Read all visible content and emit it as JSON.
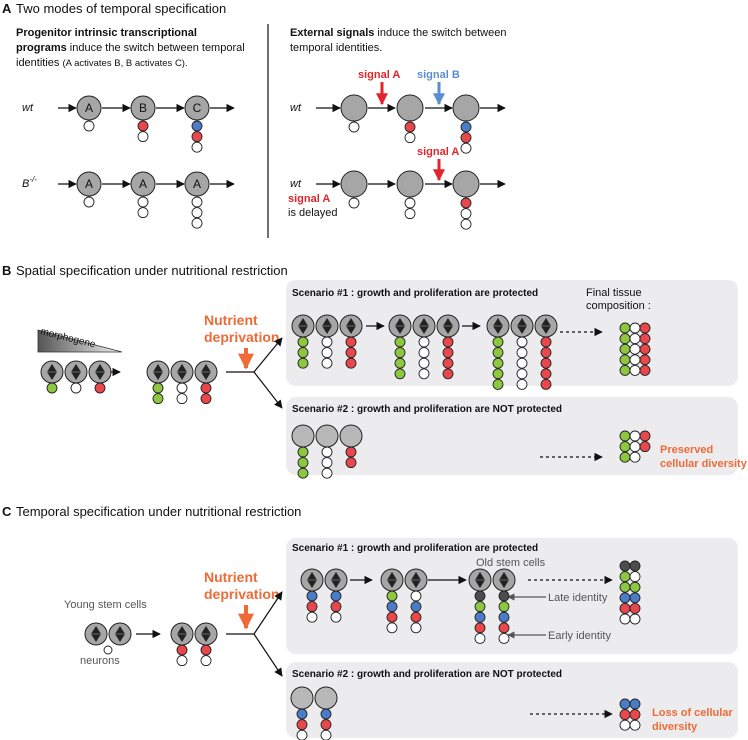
{
  "colors": {
    "cell_grey": "#A6A6A6",
    "green": "#8DC63F",
    "red": "#E8474C",
    "blue": "#4A7CC7",
    "dark": "#4D4D4D",
    "orange": "#EE6A36",
    "signal_red": "#E0262C",
    "signal_blue": "#5B8ED0",
    "panel": "#ECECEE"
  },
  "panel_a": {
    "letter": "A",
    "title": "Two modes of temporal specification",
    "left": {
      "heading_bold_1": "Progenitor intrinsic transcriptional",
      "heading_bold_2": "programs",
      "heading_rest_2": " induce the switch between temporal",
      "heading_rest_3": "identities ",
      "heading_small_3": "(A activates B, B activates C).",
      "row1_label": "wt",
      "row2_label_base": "B",
      "row2_label_sup": "-/-",
      "cells_row1": [
        "A",
        "B",
        "C"
      ],
      "cells_row2": [
        "A",
        "A",
        "A"
      ]
    },
    "right": {
      "heading_bold": "External signals",
      "heading_rest_1": " induce the switch between",
      "heading_rest_2": "temporal identities.",
      "row1_label": "wt",
      "row2_label": "wt",
      "signal_a": "signal A",
      "signal_b": "signal B",
      "delayed_label": "signal A",
      "delayed_rest": "is delayed"
    }
  },
  "panel_b": {
    "letter": "B",
    "title": "Spatial specification under nutritional restriction",
    "gradient_label": "morphogene",
    "nutrient_1": "Nutrient",
    "nutrient_2": "deprivation",
    "scenario1": "Scenario #1 : growth and proliferation are protected",
    "scenario2": "Scenario #2 : growth and proliferation are NOT protected",
    "final_1": "Final tissue",
    "final_2": "composition :",
    "preserved_1": "Preserved",
    "preserved_2": "cellular diversity"
  },
  "panel_c": {
    "letter": "C",
    "title": "Temporal specification under nutritional restriction",
    "young": "Young stem cells",
    "neurons": "neurons",
    "nutrient_1": "Nutrient",
    "nutrient_2": "deprivation",
    "scenario1": "Scenario #1 : growth and proliferation are protected",
    "scenario2": "Scenario #2 : growth and proliferation are NOT protected",
    "old": "Old stem cells",
    "late": "Late identity",
    "early": "Early identity",
    "loss_1": "Loss of cellular",
    "loss_2": "diversity"
  }
}
